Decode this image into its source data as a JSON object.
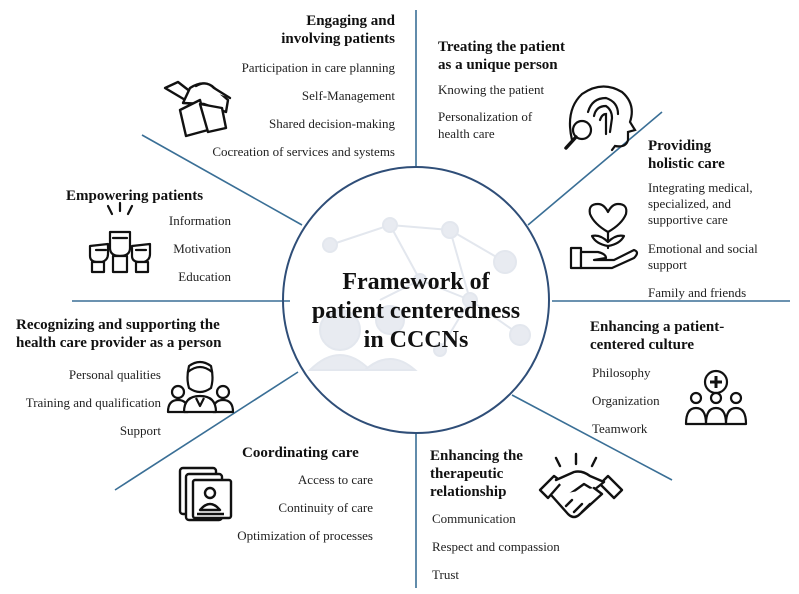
{
  "center": {
    "line1": "Framework of",
    "line2": "patient centeredness",
    "line3": "in CCCNs"
  },
  "colors": {
    "divider": "#3a6f96",
    "circle": "#2f4e78",
    "background_network": "#e6e9ef",
    "icon": "#111111"
  },
  "segments": {
    "engaging": {
      "title1": "Engaging and",
      "title2": "involving patients",
      "items": [
        "Participation in care planning",
        "Self-Management",
        "Shared decision-making",
        "Cocreation of services and systems"
      ],
      "icon": "hands-together-icon"
    },
    "treating": {
      "title1": "Treating the patient",
      "title2": "as a unique person",
      "items": [
        "Knowing the patient",
        "Personalization of",
        "health care"
      ],
      "icon": "fingerprint-head-icon"
    },
    "holistic": {
      "title1": "Providing",
      "title2": "holistic care",
      "items": [
        "Integrating medical,",
        "specialized, and",
        "supportive care",
        "Emotional and social",
        "support",
        "Family and friends"
      ],
      "icon": "hand-heart-plant-icon"
    },
    "culture": {
      "title1": "Enhancing a patient-",
      "title2": "centered culture",
      "items": [
        "Philosophy",
        "Organization",
        "Teamwork"
      ],
      "icon": "team-medical-icon"
    },
    "therapeutic": {
      "title1": "Enhancing the",
      "title2": "therapeutic",
      "title3": "relationship",
      "items": [
        "Communication",
        "Respect and compassion",
        "Trust"
      ],
      "icon": "handshake-icon"
    },
    "coordinating": {
      "title1": "Coordinating care",
      "items": [
        "Access to care",
        "Continuity of care",
        "Optimization of processes"
      ],
      "icon": "patient-files-icon"
    },
    "provider": {
      "title1": "Recognizing and supporting the",
      "title2": "health care provider as a person",
      "items": [
        "Personal qualities",
        "Training and qualification",
        "Support"
      ],
      "icon": "care-staff-icon"
    },
    "empowering": {
      "title1": "Empowering  patients",
      "items": [
        "Information",
        "Motivation",
        "Education"
      ],
      "icon": "raised-fists-icon"
    }
  }
}
